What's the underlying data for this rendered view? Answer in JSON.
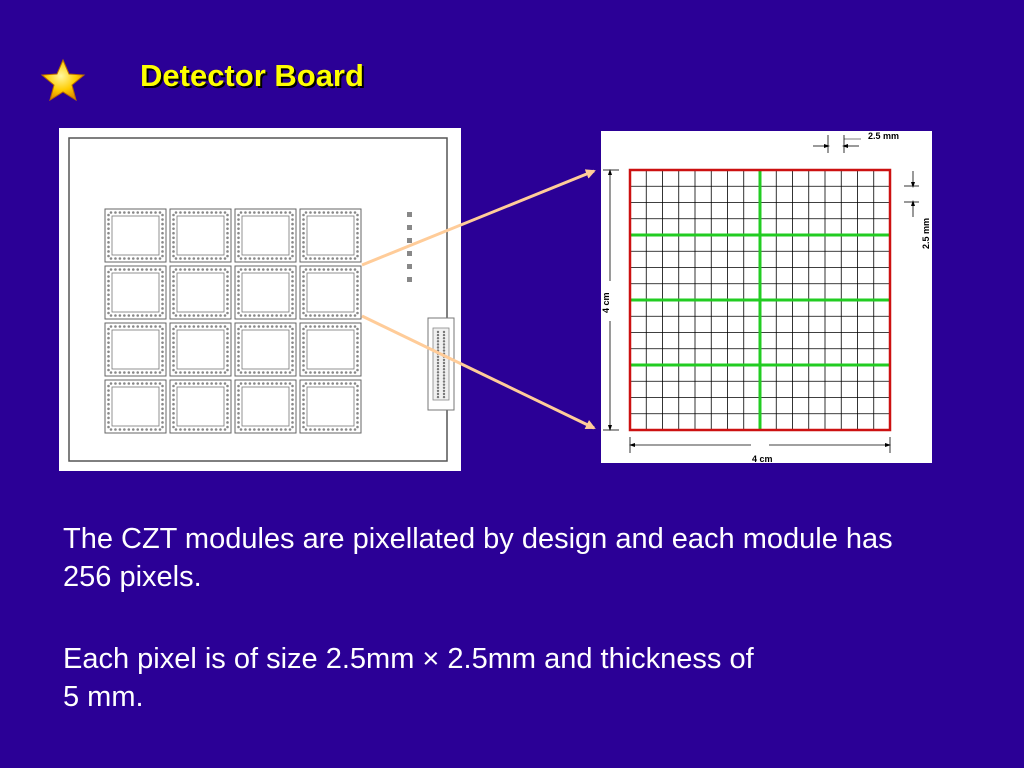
{
  "slide": {
    "title": "Detector Board",
    "bullet_icon": "star-icon",
    "paragraph_1": "The CZT modules are pixellated by design and each module has 256 pixels.",
    "paragraph_2": "Each pixel is of size 2.5mm × 2.5mm and thickness of 5 mm."
  },
  "pixel_diagram": {
    "pixel_width_label": "2.5 mm",
    "pixel_height_label": "2.5 mm",
    "side_height_label": "4 cm",
    "side_width_label": "4 cm",
    "pixels_per_side": 16,
    "colors": {
      "outline": "#cc1111",
      "sub_grid": "#22cc22",
      "pixel_lines": "#000000"
    }
  },
  "board": {
    "module_rows": 4,
    "module_cols": 4,
    "connector_pads": 6
  },
  "colors": {
    "background": "#2b0096",
    "title": "#ffff00",
    "body_text": "#ffffff",
    "arrow": "#ffcc99"
  }
}
